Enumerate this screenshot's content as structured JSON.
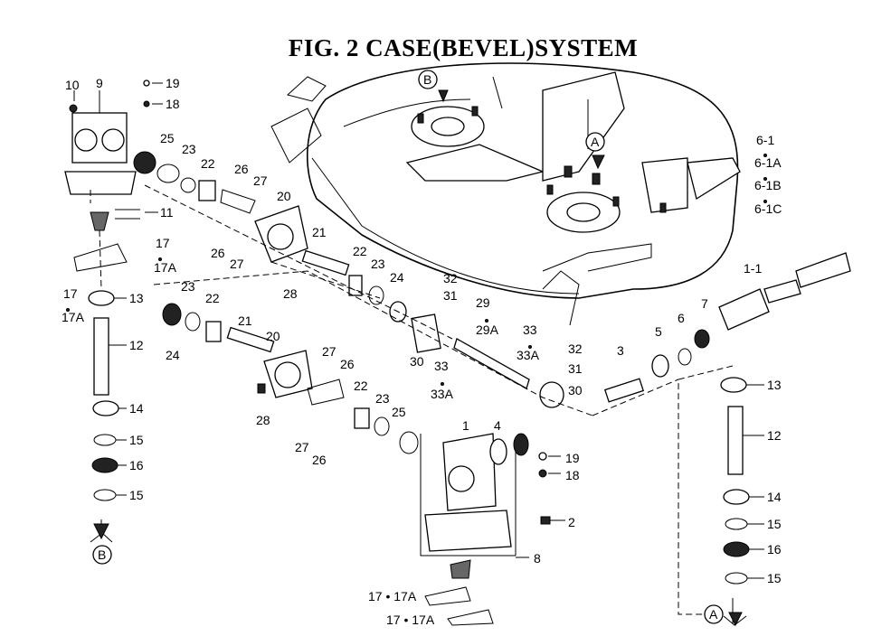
{
  "title": "FIG.  2  CASE(BEVEL)SYSTEM",
  "part_labels": {
    "p1": "1",
    "p1_1": "1-1",
    "p2": "2",
    "p3": "3",
    "p4": "4",
    "p5": "5",
    "p6": "6",
    "p7": "7",
    "p8": "8",
    "p9": "9",
    "p10": "10",
    "p11": "11",
    "p12a": "12",
    "p12b": "12",
    "p13a": "13",
    "p13b": "13",
    "p14a": "14",
    "p14b": "14",
    "p15a": "15",
    "p15b": "15",
    "p15c": "15",
    "p15d": "15",
    "p16a": "16",
    "p16b": "16",
    "p17a": "17",
    "p17a_dot": "17A",
    "p17b": "17",
    "p17b_dot": "17A",
    "p17c": "17 • 17A",
    "p17d": "17 • 17A",
    "p18a": "18",
    "p18b": "18",
    "p19a": "19",
    "p19b": "19",
    "p20a": "20",
    "p20b": "20",
    "p21a": "21",
    "p21b": "21",
    "p22a": "22",
    "p22b": "22",
    "p22c": "22",
    "p22d": "22",
    "p23a": "23",
    "p23b": "23",
    "p23c": "23",
    "p23d": "23",
    "p24a": "24",
    "p24b": "24",
    "p25a": "25",
    "p25b": "25",
    "p26a": "26",
    "p26b": "26",
    "p26c": "26",
    "p26d": "26",
    "p27a": "27",
    "p27b": "27",
    "p27c": "27",
    "p27d": "27",
    "p28a": "28",
    "p28b": "28",
    "p29": "29",
    "p29A": "29A",
    "p30a": "30",
    "p30b": "30",
    "p31a": "31",
    "p31b": "31",
    "p32a": "32",
    "p32b": "32",
    "p33a": "33",
    "p33Aa": "33A",
    "p33b": "33",
    "p33Ab": "33A",
    "p6_1": "6-1",
    "p6_1A": "6-1A",
    "p6_1B": "6-1B",
    "p6_1C": "6-1C"
  },
  "markers": {
    "a": "A",
    "b": "B"
  }
}
